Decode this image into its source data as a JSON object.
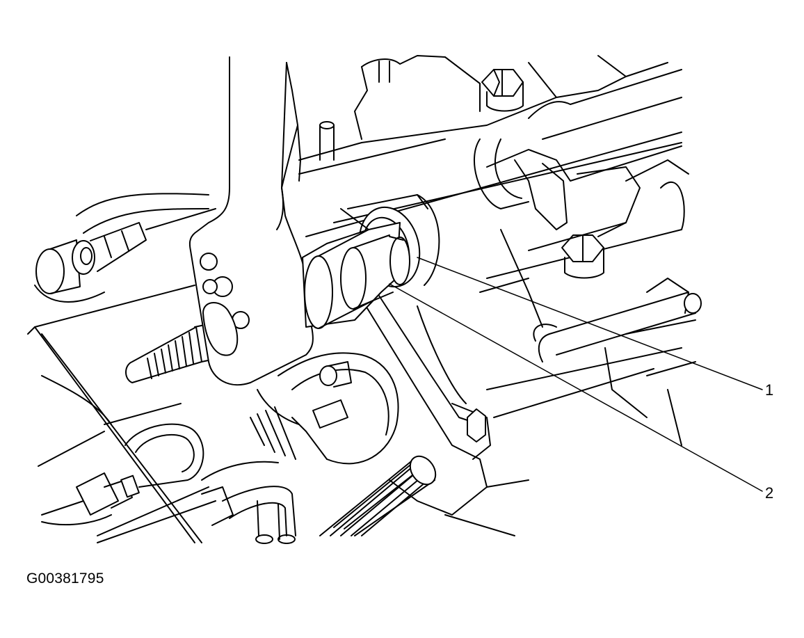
{
  "figure": {
    "id_label": "G00381795",
    "callouts": [
      {
        "number": "1"
      },
      {
        "number": "2"
      }
    ],
    "colors": {
      "line": "#000000",
      "fill": "#ffffff"
    },
    "icons": [
      "wrench-illustration",
      "bearing-installer-tool",
      "engine-component-drawing"
    ]
  }
}
